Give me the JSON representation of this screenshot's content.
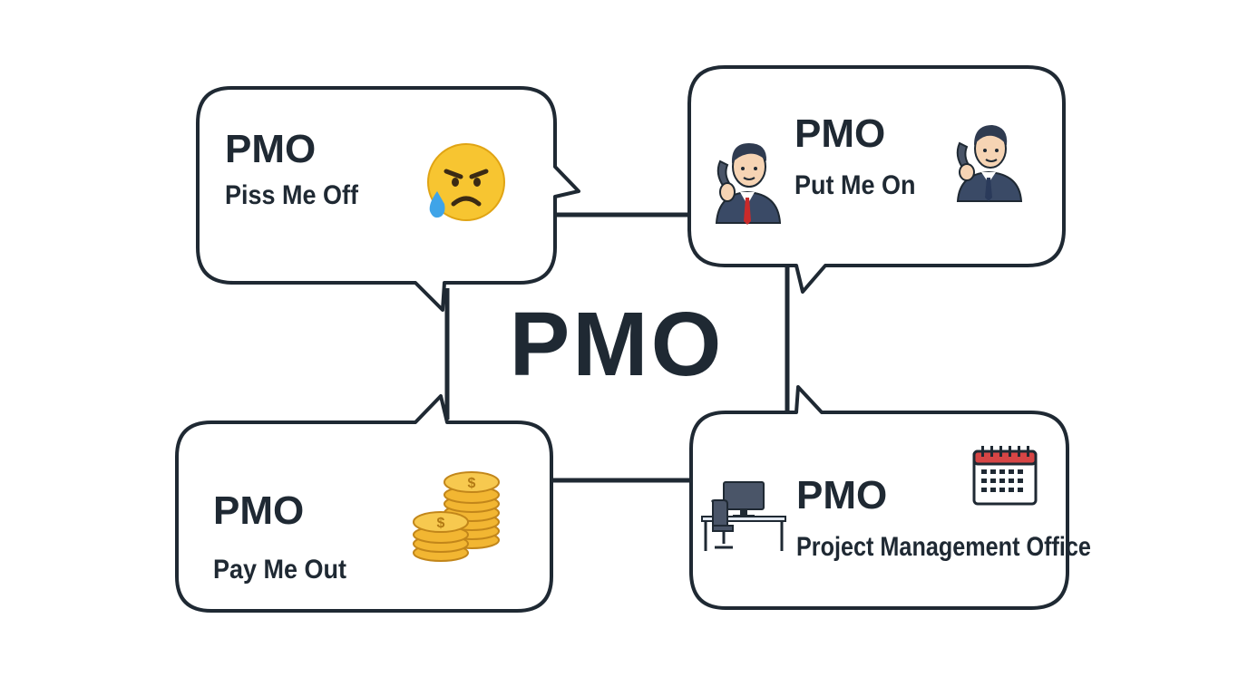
{
  "center": {
    "title": "PMO"
  },
  "bubbles": [
    {
      "acronym": "PMO",
      "phrase": "Piss Me Off",
      "icon": "angry-crying-face-icon"
    },
    {
      "acronym": "PMO",
      "phrase": "Put Me On",
      "icon": "businessman-phone-icon"
    },
    {
      "acronym": "PMO",
      "phrase": "Pay Me Out",
      "icon": "coin-stacks-icon"
    },
    {
      "acronym": "PMO",
      "phrase": "Project Management Office",
      "icon": "office-desk-calendar-icon"
    }
  ],
  "colors": {
    "outline": "#1f2933",
    "face": "#f7c531",
    "tear": "#3fa4e8",
    "coin": "#f2b632",
    "tie": "#c92a2a",
    "suit": "#3a4a66",
    "calendar_red": "#d64545"
  }
}
